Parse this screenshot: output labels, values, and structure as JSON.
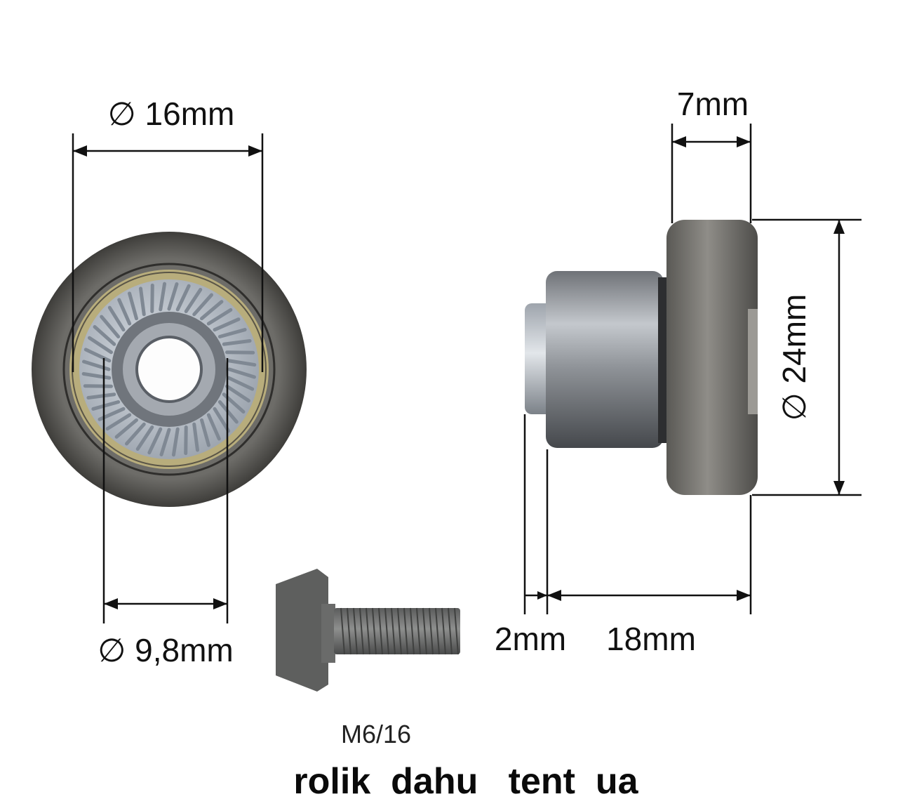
{
  "dimensions": {
    "outer_diameter_front": "∅ 16mm",
    "inner_diameter_front": "∅ 9,8mm",
    "width_top": "7mm",
    "diameter_side": "∅ 24mm",
    "offset_small": "2mm",
    "length_body": "18mm"
  },
  "bolt_label": "M6/16",
  "brand": "rolik  dahu   tent  ua",
  "colors": {
    "metal_dark": "#4a4a48",
    "metal_mid": "#7d7d7a",
    "zinc": "#b9bfc6",
    "brass_ring": "#b8ad7c"
  }
}
